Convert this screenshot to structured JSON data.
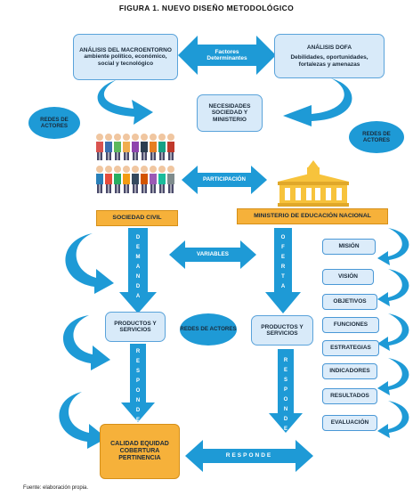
{
  "title": "FIGURA 1. NUEVO DISEÑO METODOLÓGICO",
  "source": "Fuente: elaboración propia.",
  "nodes": {
    "macro": "ANÁLISIS DEL MACROENTORNO ambiente político, económico, social y tecnológico",
    "factores": "Factores Determinantes",
    "dofa_title": "ANÁLISIS DOFA",
    "dofa_body": "Debilidades, oportunidades, fortalezas y amenazas",
    "necesidades": "NECESIDADES SOCIEDAD Y MINISTERIO",
    "redes_left": "REDES DE ACTORES",
    "redes_right": "REDES DE ACTORES",
    "redes_mid": "REDES DE ACTORES",
    "participacion": "PARTICIPACIÓN",
    "sociedad_civil": "SOCIEDAD CIVIL",
    "ministerio": "MINISTERIO DE EDUCACIÓN NACIONAL",
    "demanda": "DEMANDA",
    "oferta": "OFERTA",
    "variables": "VARIABLES",
    "productos_left": "PRODUCTOS Y SERVICIOS",
    "productos_right": "PRODUCTOS Y SERVICIOS",
    "responde_left": "RESPONDE",
    "responde_right": "RESPONDE",
    "responde_bottom": "RESPONDE",
    "calidad": "CALIDAD EQUIDAD COBERTURA PERTINENCIA"
  },
  "side_items": [
    "MISIÓN",
    "VISIÓN",
    "OBJETIVOS",
    "FUNCIONES",
    "ESTRATEGIAS",
    "INDICADORES",
    "RESULTADOS",
    "EVALUACIÓN"
  ],
  "colors": {
    "arrow_blue": "#1e9ad6",
    "box_light": "#d8eaf9",
    "orange": "#f6b13a",
    "building": "#f7c33c"
  },
  "icons": {
    "people": "people-group-icon",
    "building": "building-icon"
  }
}
